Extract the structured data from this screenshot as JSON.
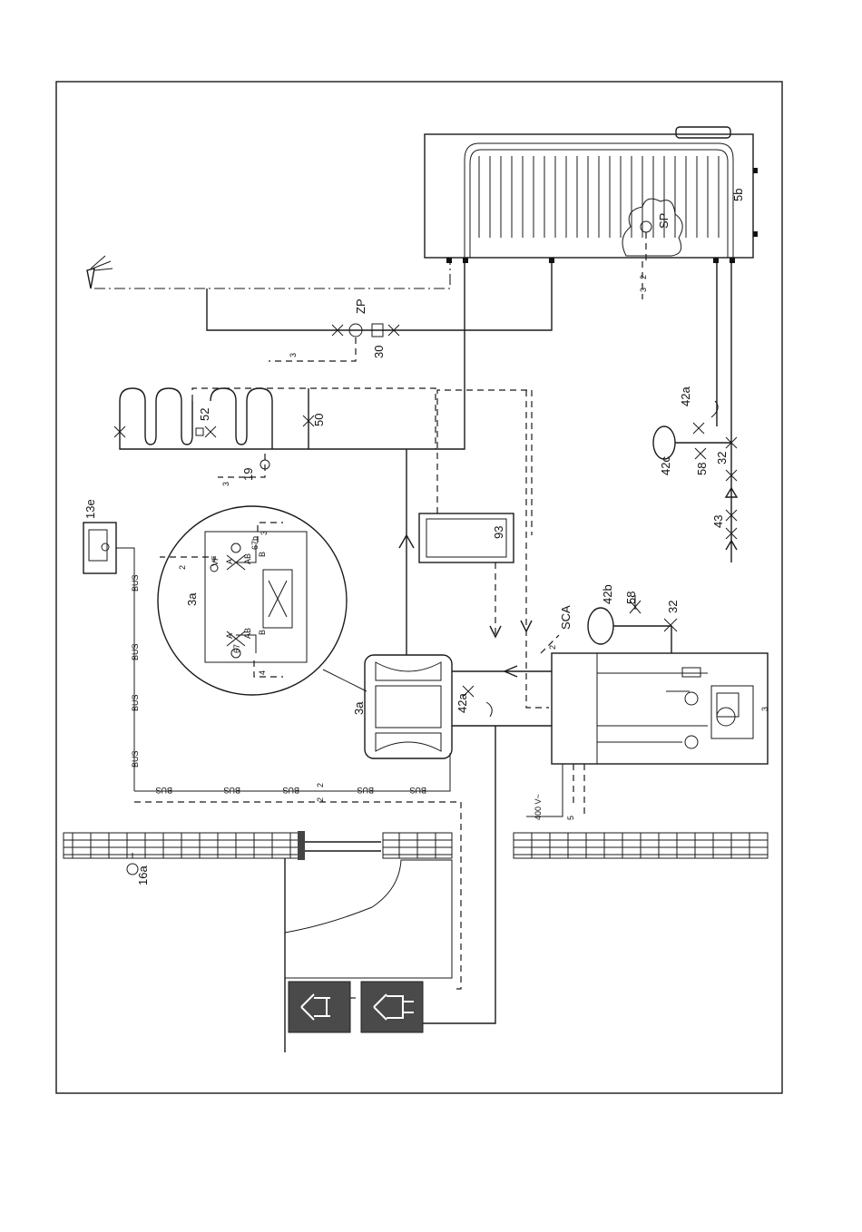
{
  "labels": {
    "tank": "5b",
    "sensor_sp": "SP",
    "pump_zp": "ZP",
    "check_valve": "30",
    "mixer_valve": "52",
    "pressure_valve": "50",
    "flow_sensor": "19",
    "remote_control": "13e",
    "outdoor_sensor": "16a",
    "control_module": "3a",
    "zoom_module": "3a",
    "valve_67": "67",
    "valve_67b": "67b",
    "sensor_vf": "VF",
    "port_a": "A",
    "port_ab": "AB",
    "port_b": "B",
    "buffer": "93",
    "safety_valve": "42a",
    "safety_valve_top": "42a",
    "expansion_vessel": "42b",
    "expansion_vessel_dhw": "42c",
    "drain_58": "58",
    "valve_32": "32",
    "valve_32_right": "32",
    "valve_43": "43",
    "fill_58": "58",
    "sca": "SCA",
    "power": "400 V~",
    "wire_count_2": "2",
    "wire_count_3": "3",
    "wire_count_4": "4",
    "wire_count_5": "5",
    "hp_unit_3": "3",
    "bus": "BUS"
  }
}
